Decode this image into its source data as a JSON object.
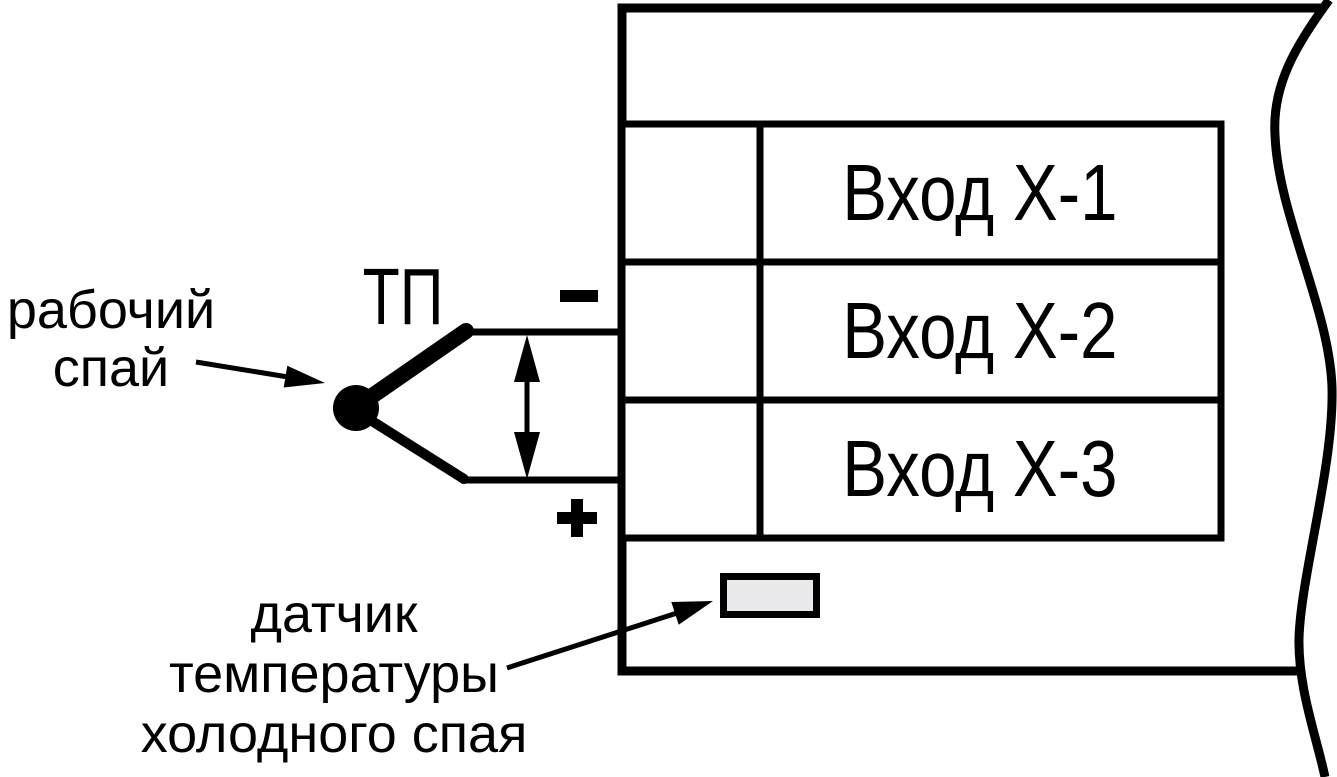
{
  "figure": {
    "type": "thermocouple-connection-diagram",
    "background_color": "#ffffff",
    "line_color": "#000000",
    "sensor_fill_color": "#e9e9ec",
    "thermocouple": {
      "label": "ТП",
      "minus": "−",
      "plus": "+"
    },
    "device": {
      "inputs": [
        {
          "label": "Вход Х-1"
        },
        {
          "label": "Вход Х-2"
        },
        {
          "label": "Вход Х-3"
        }
      ]
    },
    "annotations": {
      "working_junction": {
        "line1": "рабочий",
        "line2": "спай"
      },
      "cold_junction_sensor": {
        "line1": "датчик",
        "line2": "температуры",
        "line3": "холодного спая"
      }
    }
  }
}
